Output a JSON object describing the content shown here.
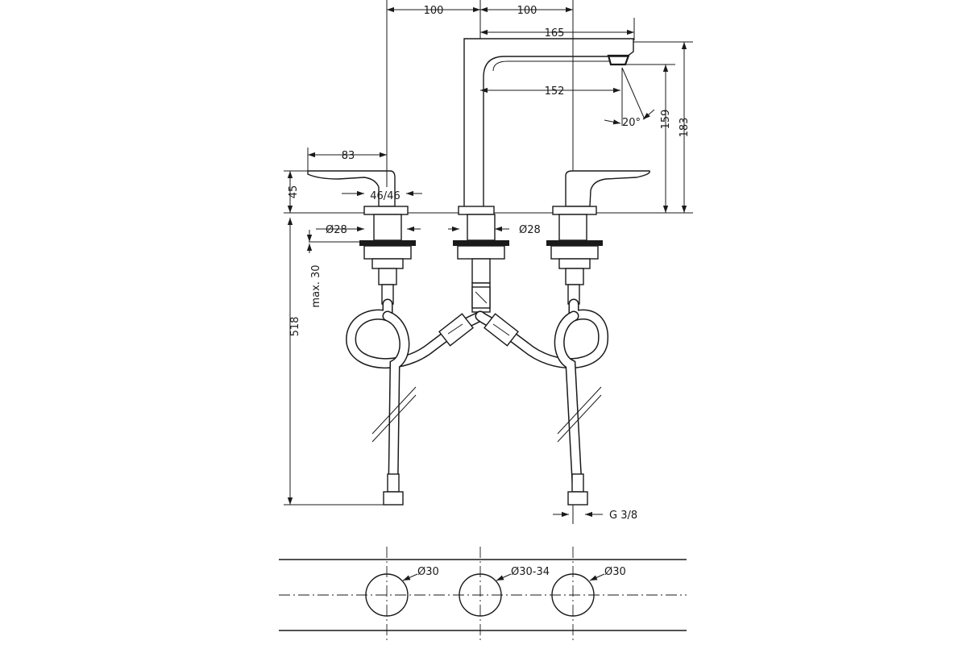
{
  "dimensions": {
    "spacing_left": "100",
    "spacing_right": "100",
    "spout_reach": "165",
    "spout_inner_reach": "152",
    "spout_angle": "20°",
    "spout_outlet_height": "159",
    "spout_total_height": "183",
    "handle_length": "83",
    "handle_height": "45",
    "handle_rotation": "46/46",
    "handle_base_diameter": "Ø28",
    "spout_base_diameter": "Ø28",
    "max_deck_thickness": "max. 30",
    "hose_length": "518",
    "connection_thread": "G 3/8"
  },
  "deck_holes": {
    "left": "Ø30",
    "center": "Ø30-34",
    "right": "Ø30"
  }
}
